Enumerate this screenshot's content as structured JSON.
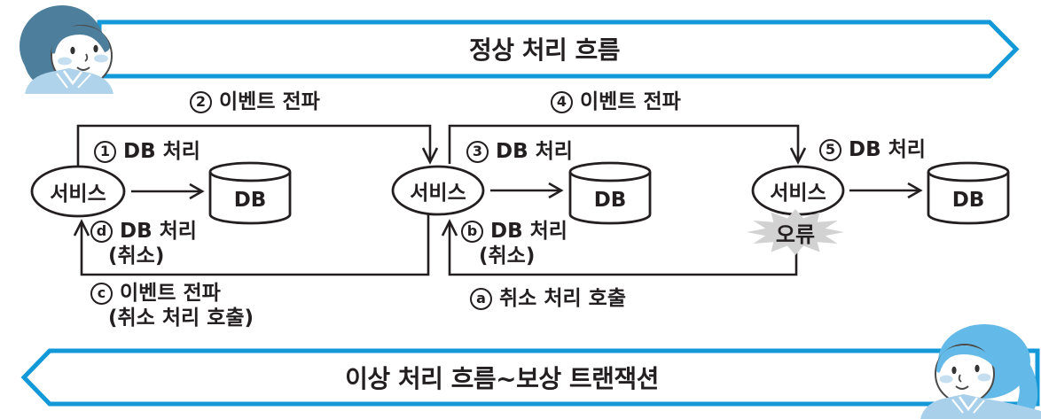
{
  "banners": {
    "top": {
      "label": "정상 처리 흐름",
      "direction": "right"
    },
    "bottom": {
      "label": "이상 처리 흐름~보상 트랜잭션",
      "direction": "left"
    }
  },
  "nodes": {
    "service1": {
      "label": "서비스"
    },
    "service2": {
      "label": "서비스"
    },
    "service3": {
      "label": "서비스"
    },
    "db1": {
      "label": "DB"
    },
    "db2": {
      "label": "DB"
    },
    "db3": {
      "label": "DB"
    },
    "error": {
      "label": "오류"
    }
  },
  "flow_labels": {
    "step1": {
      "badge": "1",
      "text": "DB 처리"
    },
    "step2": {
      "badge": "2",
      "text": "이벤트 전파"
    },
    "step3": {
      "badge": "3",
      "text": "DB 처리"
    },
    "step4": {
      "badge": "4",
      "text": "이벤트 전파"
    },
    "step5": {
      "badge": "5",
      "text": "DB 처리"
    },
    "step_a": {
      "badge": "a",
      "text": "취소 처리 호출"
    },
    "step_b": {
      "badge": "b",
      "text": "DB 처리",
      "sub": "(취소)"
    },
    "step_c": {
      "badge": "c",
      "text": "이벤트 전파",
      "sub": "(취소 처리 호출)"
    },
    "step_d": {
      "badge": "d",
      "text": "DB 처리",
      "sub": "(취소)"
    }
  },
  "colors": {
    "banner_blue": "#1499D8",
    "line_black": "#231F20",
    "person1_hair": "#4D7F9C",
    "person2_hair": "#63BAE8",
    "person1_body": "#AFD3EA",
    "person2_body": "#A9D0EB",
    "error_gray": "#D2D2D2"
  }
}
